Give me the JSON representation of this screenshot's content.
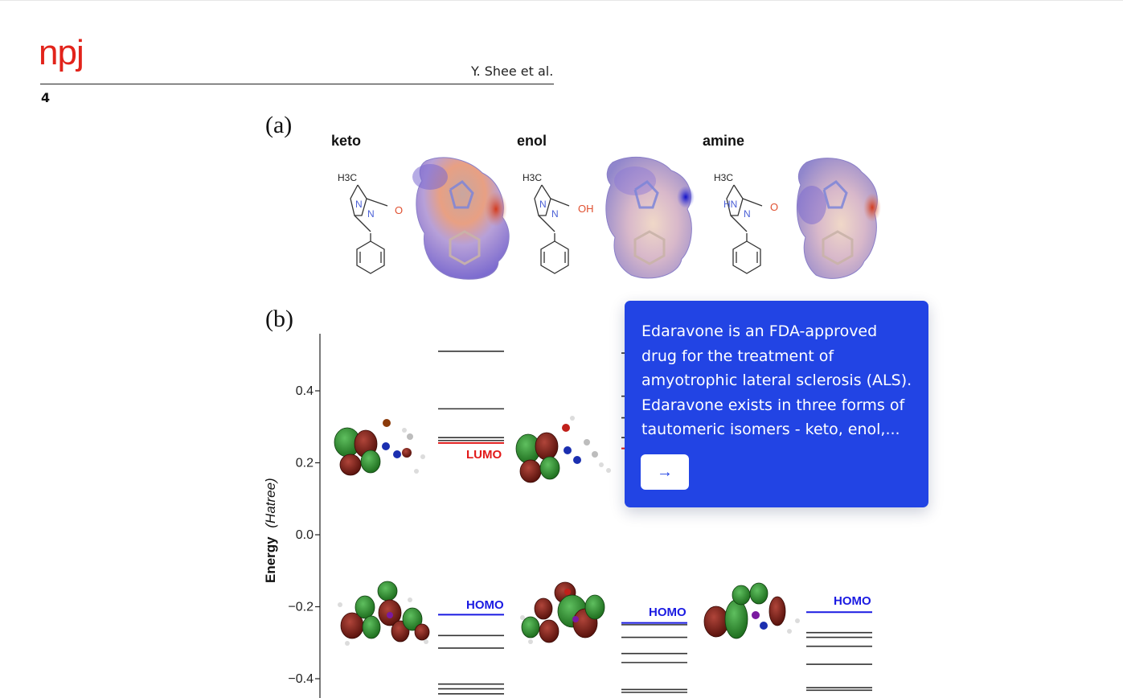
{
  "header": {
    "journal_logo": "npj",
    "authors": "Y. Shee et al.",
    "page_number": "4"
  },
  "figure": {
    "panel_a": {
      "label": "(a)",
      "titles": [
        "keto",
        "enol",
        "amine"
      ],
      "atom_labels": {
        "keto": [
          "H3C",
          "N",
          "N",
          "O"
        ],
        "enol": [
          "H3C",
          "N",
          "N",
          "OH"
        ],
        "amine": [
          "H3C",
          "HN",
          "N",
          "O"
        ]
      }
    },
    "panel_b": {
      "label": "(b)",
      "ylabel": "Energy",
      "ylabel_unit": "(Hatree)",
      "lumo_label": "LUMO",
      "homo_label": "HOMO"
    }
  },
  "chart_data": {
    "type": "energy-level-diagram",
    "ylabel": "Energy (Hatree)",
    "y_ticks": [
      0.4,
      0.2,
      0.0,
      -0.2,
      -0.4
    ],
    "y_tick_labels": [
      "0.4",
      "0.2",
      "0.0",
      "−0.2",
      "−0.4"
    ],
    "ylim": [
      -0.45,
      0.56
    ],
    "series": [
      {
        "name": "keto",
        "levels": [
          0.51,
          0.35,
          0.27,
          0.262,
          -0.415,
          -0.428,
          -0.442,
          -0.315,
          -0.28
        ],
        "lumo": 0.255,
        "homo": -0.222
      },
      {
        "name": "enol",
        "levels": [
          0.505,
          0.385,
          0.325,
          0.27
        ],
        "lumo": 0.24,
        "homo": -0.245,
        "homo_extra": [
          -0.25,
          -0.285,
          -0.33,
          -0.355,
          -0.43,
          -0.438
        ]
      },
      {
        "name": "amine",
        "levels": [],
        "homo": -0.215,
        "homo_extra": [
          -0.272,
          -0.285,
          -0.31,
          -0.36,
          -0.425,
          -0.432
        ]
      }
    ]
  },
  "callout": {
    "text": "Edaravone is an FDA-approved drug for the treatment of amyotrophic lateral sclerosis (ALS). Edaravone exists in three forms of tautomeric isomers - keto, enol,...",
    "button_icon": "arrow-right-icon"
  },
  "colors": {
    "logo": "#e2231a",
    "callout_bg": "#2244e4",
    "lumo": "#e21a1a",
    "homo": "#1a1ae2",
    "esp_purple": "#7d6ccf",
    "esp_red": "#d8502f",
    "orbital_green": "#2e8b2e",
    "orbital_red": "#7a1d14"
  }
}
